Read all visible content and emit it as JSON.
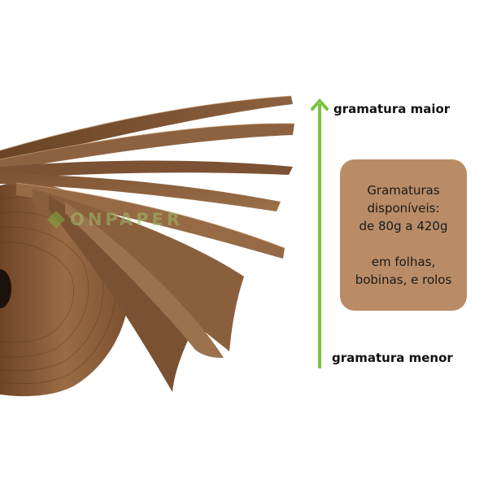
{
  "watermark": {
    "text": "ONPAPER"
  },
  "scale": {
    "top_label": "gramatura maior",
    "bottom_label": "gramatura menor",
    "arrow_color": "#7cc242"
  },
  "info_box": {
    "line1": "Gramaturas",
    "line2": "disponíveis:",
    "line3": "de 80g a 420g",
    "line4": "em folhas,",
    "line5": "bobinas, e rolos",
    "background": "#b98c67"
  },
  "colors": {
    "paper_dark": "#6b4528",
    "paper_mid": "#8a5f3c",
    "paper_light": "#a77b55"
  }
}
